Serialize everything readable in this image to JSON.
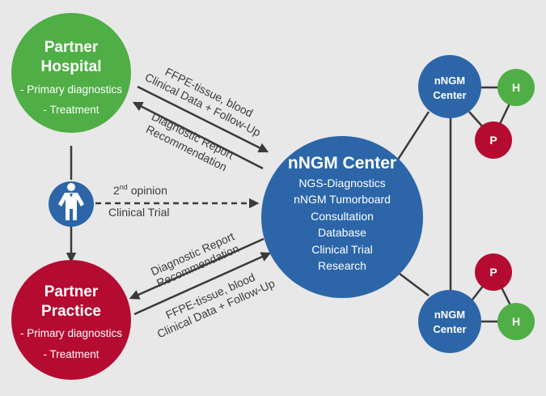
{
  "colors": {
    "background": "#e8e8e8",
    "hospital_green": "#4fae45",
    "practice_red": "#b50b31",
    "center_blue": "#2c66a9",
    "line_dark": "#3a3a3a",
    "text_dark": "#3c3c3c"
  },
  "partner_hospital": {
    "title_line1": "Partner",
    "title_line2": "Hospital",
    "items": [
      "- Primary diagnostics",
      "- Treatment"
    ]
  },
  "partner_practice": {
    "title_line1": "Partner",
    "title_line2": "Practice",
    "items": [
      "- Primary diagnostics",
      "- Treatment"
    ]
  },
  "patient": {
    "icon": "person-icon",
    "arrow_label_top_base": "2",
    "arrow_label_top_sup": "nd",
    "arrow_label_top_rest": " opinion",
    "arrow_label_bottom": "Clinical Trial"
  },
  "nngm_center": {
    "title": "nNGM Center",
    "items": [
      "NGS-Diagnostics",
      "nNGM Tumorboard",
      "Consultation",
      "Database",
      "Clinical Trial",
      "Research"
    ]
  },
  "flows": {
    "to_center_line1": "FFPE-tissue, blood",
    "to_center_line2": "Clinical Data + Follow-Up",
    "from_center_line1": "Diagnostic Report",
    "from_center_line2": "Recommendation"
  },
  "network": {
    "top": {
      "center_line1": "nNGM",
      "center_line2": "Center",
      "hospital": "H",
      "practice": "P"
    },
    "bottom": {
      "center_line1": "nNGM",
      "center_line2": "Center",
      "hospital": "H",
      "practice": "P"
    }
  }
}
